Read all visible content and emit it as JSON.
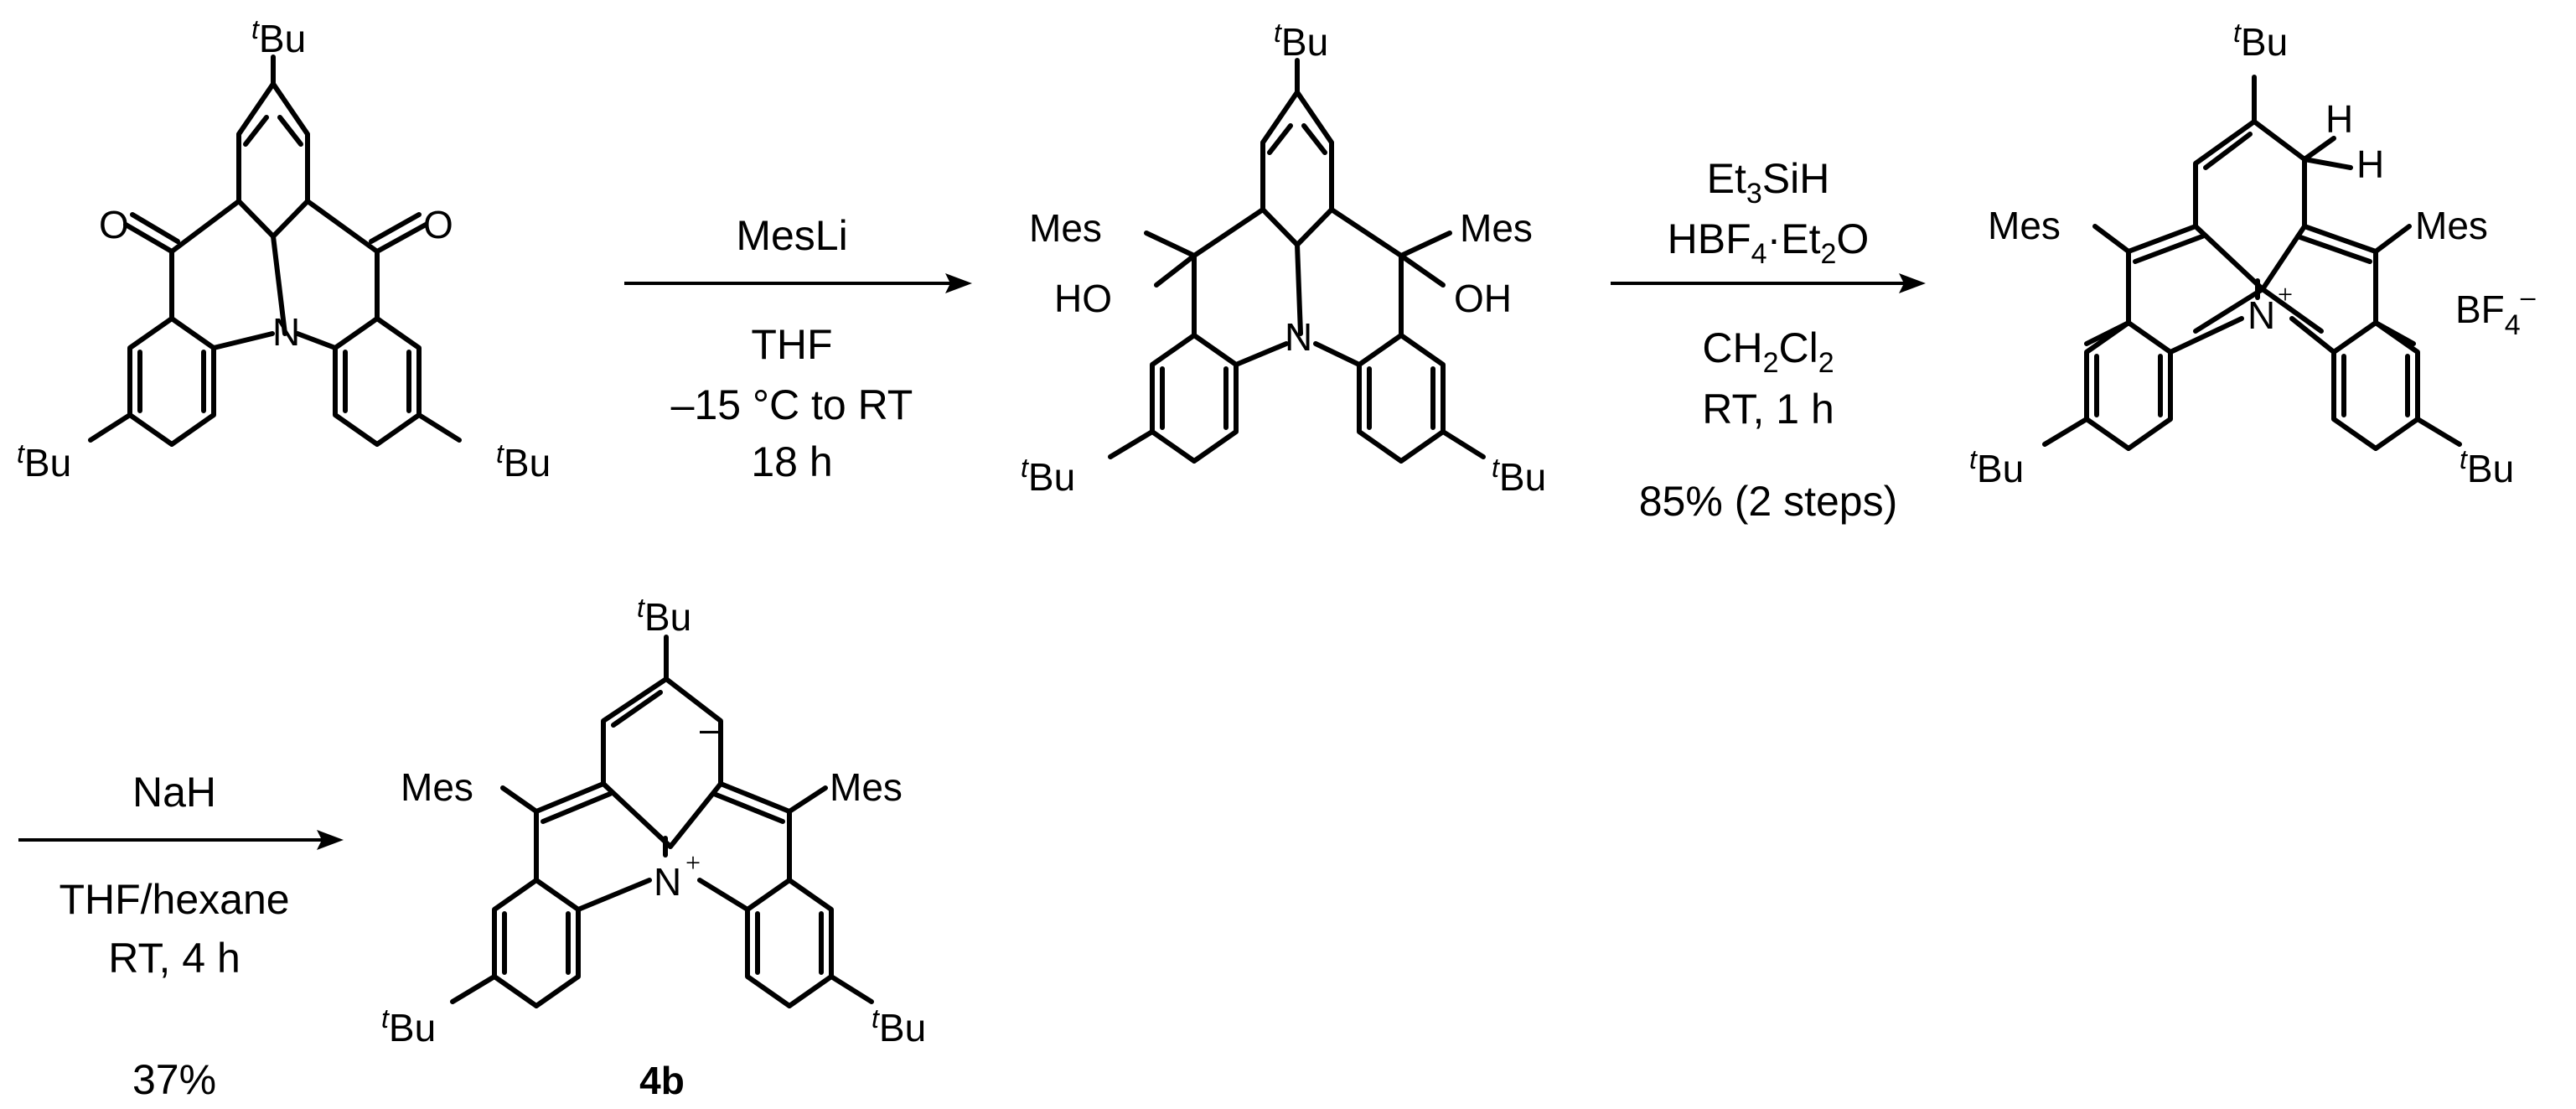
{
  "labels": {
    "tbu_prefix": "t",
    "tbu_suffix": "Bu",
    "mes": "Mes",
    "oxygen": "O",
    "nitrogen": "N",
    "hydroxyl_left": "HO",
    "hydroxyl_right": "OH",
    "hydrogen": "H",
    "plus": "+",
    "minus": "–",
    "tetrafluoroborate": {
      "main": "BF",
      "sub": "4",
      "charge": "–"
    },
    "compound_id": "4b"
  },
  "step1": {
    "reagent": "MesLi",
    "solvent": "THF",
    "temperature": "–15 °C to RT",
    "time": "18 h"
  },
  "step2": {
    "reagent_a": {
      "prefix": "Et",
      "sub": "3",
      "suffix": "SiH"
    },
    "reagent_b": {
      "prefix": "HBF",
      "sub1": "4",
      "mid": "·Et",
      "sub2": "2",
      "suffix": "O"
    },
    "solvent": {
      "prefix": "CH",
      "sub1": "2",
      "mid": "Cl",
      "sub2": "2"
    },
    "conditions": "RT,  1 h",
    "yield": "85% (2 steps)"
  },
  "step3": {
    "reagent": "NaH",
    "solvent": "THF/hexane",
    "conditions": "RT,  4 h",
    "yield": "37%"
  }
}
